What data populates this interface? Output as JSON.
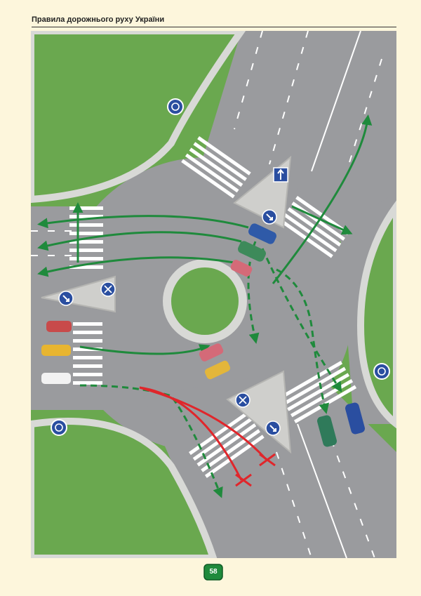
{
  "header": {
    "title": "Правила дорожнього руху України"
  },
  "page_number": "58",
  "colors": {
    "grass": "#6aa84f",
    "road": "#9a9b9e",
    "curb": "#d8d9d6",
    "green_path": "#1f8a3c",
    "red_path": "#e0262b",
    "sign_blue": "#2a4ea0",
    "page_bg": "#fdf6dc"
  },
  "signs": [
    {
      "name": "roundabout-sign",
      "icon": "roundabout-icon"
    },
    {
      "name": "straight-only-sign",
      "icon": "arrow-up-icon"
    },
    {
      "name": "keep-left-right-sign",
      "icon": "keep-both-icon"
    },
    {
      "name": "keep-right-sign",
      "icon": "arrow-down-right-icon"
    }
  ]
}
